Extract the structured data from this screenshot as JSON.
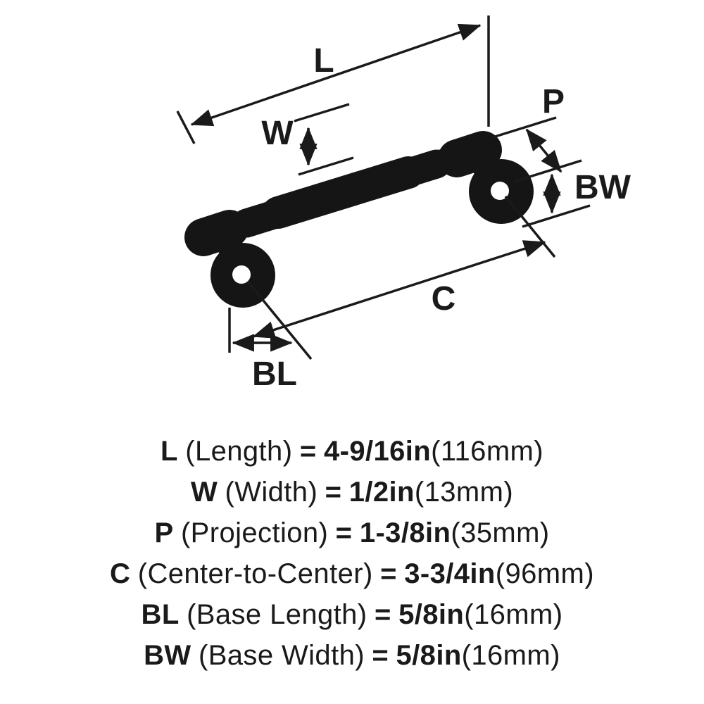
{
  "colors": {
    "ink": "#1a1a1a",
    "background": "#ffffff",
    "handle": "#151515",
    "hole": "#ffffff"
  },
  "diagram": {
    "dim_labels": {
      "L": "L",
      "W": "W",
      "P": "P",
      "C": "C",
      "BL": "BL",
      "BW": "BW"
    }
  },
  "specs": [
    {
      "abbr": "L",
      "name": "(Length)",
      "eq": "=",
      "value": "4-9/16in",
      "metric": "(116mm)"
    },
    {
      "abbr": "W",
      "name": "(Width)",
      "eq": "=",
      "value": "1/2in",
      "metric": "(13mm)"
    },
    {
      "abbr": "P",
      "name": "(Projection)",
      "eq": "=",
      "value": "1-3/8in",
      "metric": "(35mm)"
    },
    {
      "abbr": "C",
      "name": "(Center-to-Center)",
      "eq": "=",
      "value": "3-3/4in",
      "metric": "(96mm)"
    },
    {
      "abbr": "BL",
      "name": "(Base Length)",
      "eq": "=",
      "value": "5/8in",
      "metric": "(16mm)"
    },
    {
      "abbr": "BW",
      "name": "(Base Width)",
      "eq": "=",
      "value": "5/8in",
      "metric": "(16mm)"
    }
  ]
}
